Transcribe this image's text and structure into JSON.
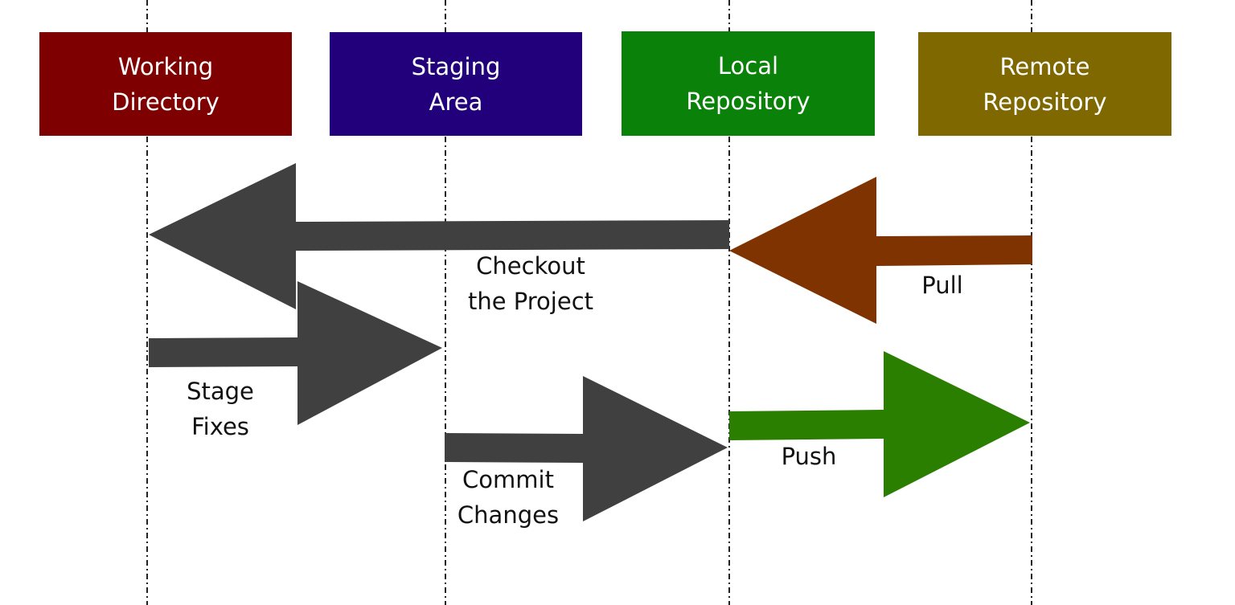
{
  "stages": [
    {
      "id": "working",
      "label": "Working\nDirectory",
      "color": "#7F0000"
    },
    {
      "id": "staging",
      "label": "Staging\nArea",
      "color": "#22007B"
    },
    {
      "id": "local",
      "label": "Local\nRepository",
      "color": "#0A820A"
    },
    {
      "id": "remote",
      "label": "Remote\nRepository",
      "color": "#7F6800"
    }
  ],
  "actions": {
    "checkout": {
      "label": "Checkout\nthe Project",
      "color": "#404040"
    },
    "stage": {
      "label": "Stage\nFixes",
      "color": "#404040"
    },
    "commit": {
      "label": "Commit\nChanges",
      "color": "#404040"
    },
    "pull": {
      "label": "Pull",
      "color": "#7F3300"
    },
    "push": {
      "label": "Push",
      "color": "#2A7F00"
    }
  }
}
